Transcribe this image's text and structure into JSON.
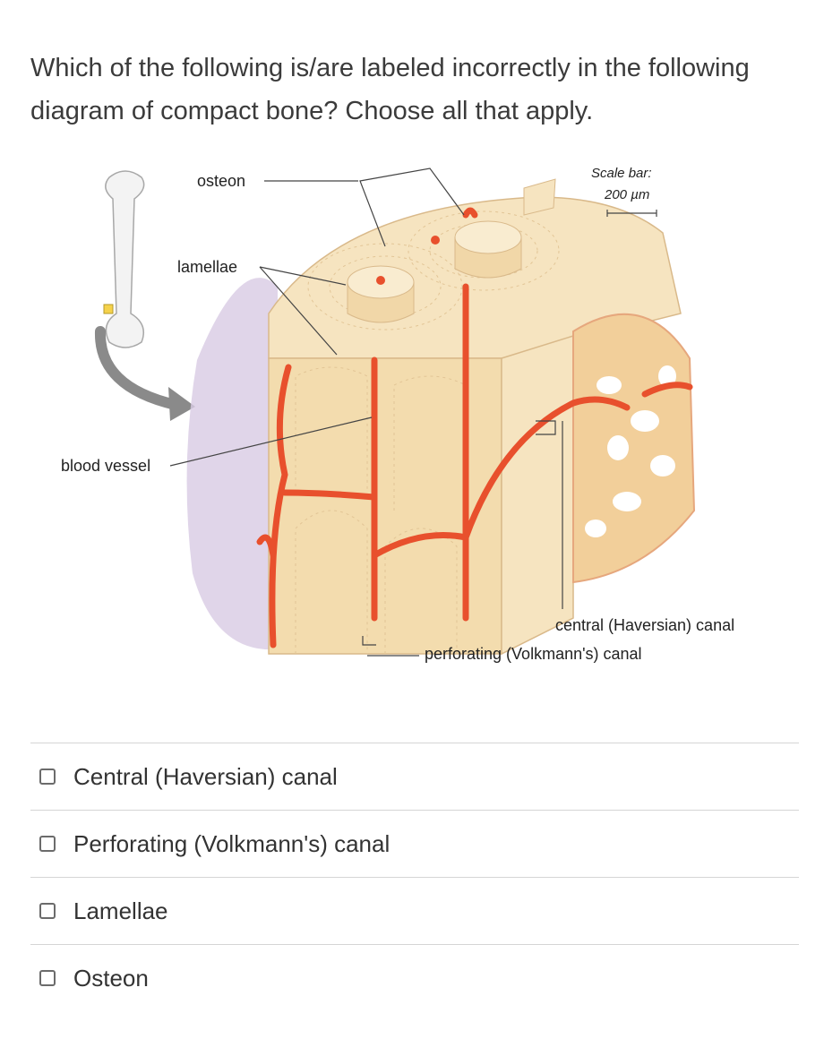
{
  "question": {
    "text": "Which of the following is/are labeled incorrectly in the following diagram of compact bone? Choose all that apply."
  },
  "diagram": {
    "labels": {
      "osteon": "osteon",
      "lamellae": "lamellae",
      "blood_vessel": "blood vessel",
      "scale_bar_title": "Scale bar:",
      "scale_bar_value": "200 µm",
      "central_canal": "central (Haversian) canal",
      "perforating_canal": "perforating (Volkmann's) canal"
    },
    "colors": {
      "bone": "#f6e4c0",
      "bone_edge": "#d9b98a",
      "vessel": "#e8502d",
      "periosteum": "#d8cbe4",
      "spongy": "#f2cf9a"
    }
  },
  "options": [
    {
      "label": "Central (Haversian) canal",
      "checked": false
    },
    {
      "label": "Perforating (Volkmann's) canal",
      "checked": false
    },
    {
      "label": "Lamellae",
      "checked": false
    },
    {
      "label": "Osteon",
      "checked": false
    }
  ]
}
